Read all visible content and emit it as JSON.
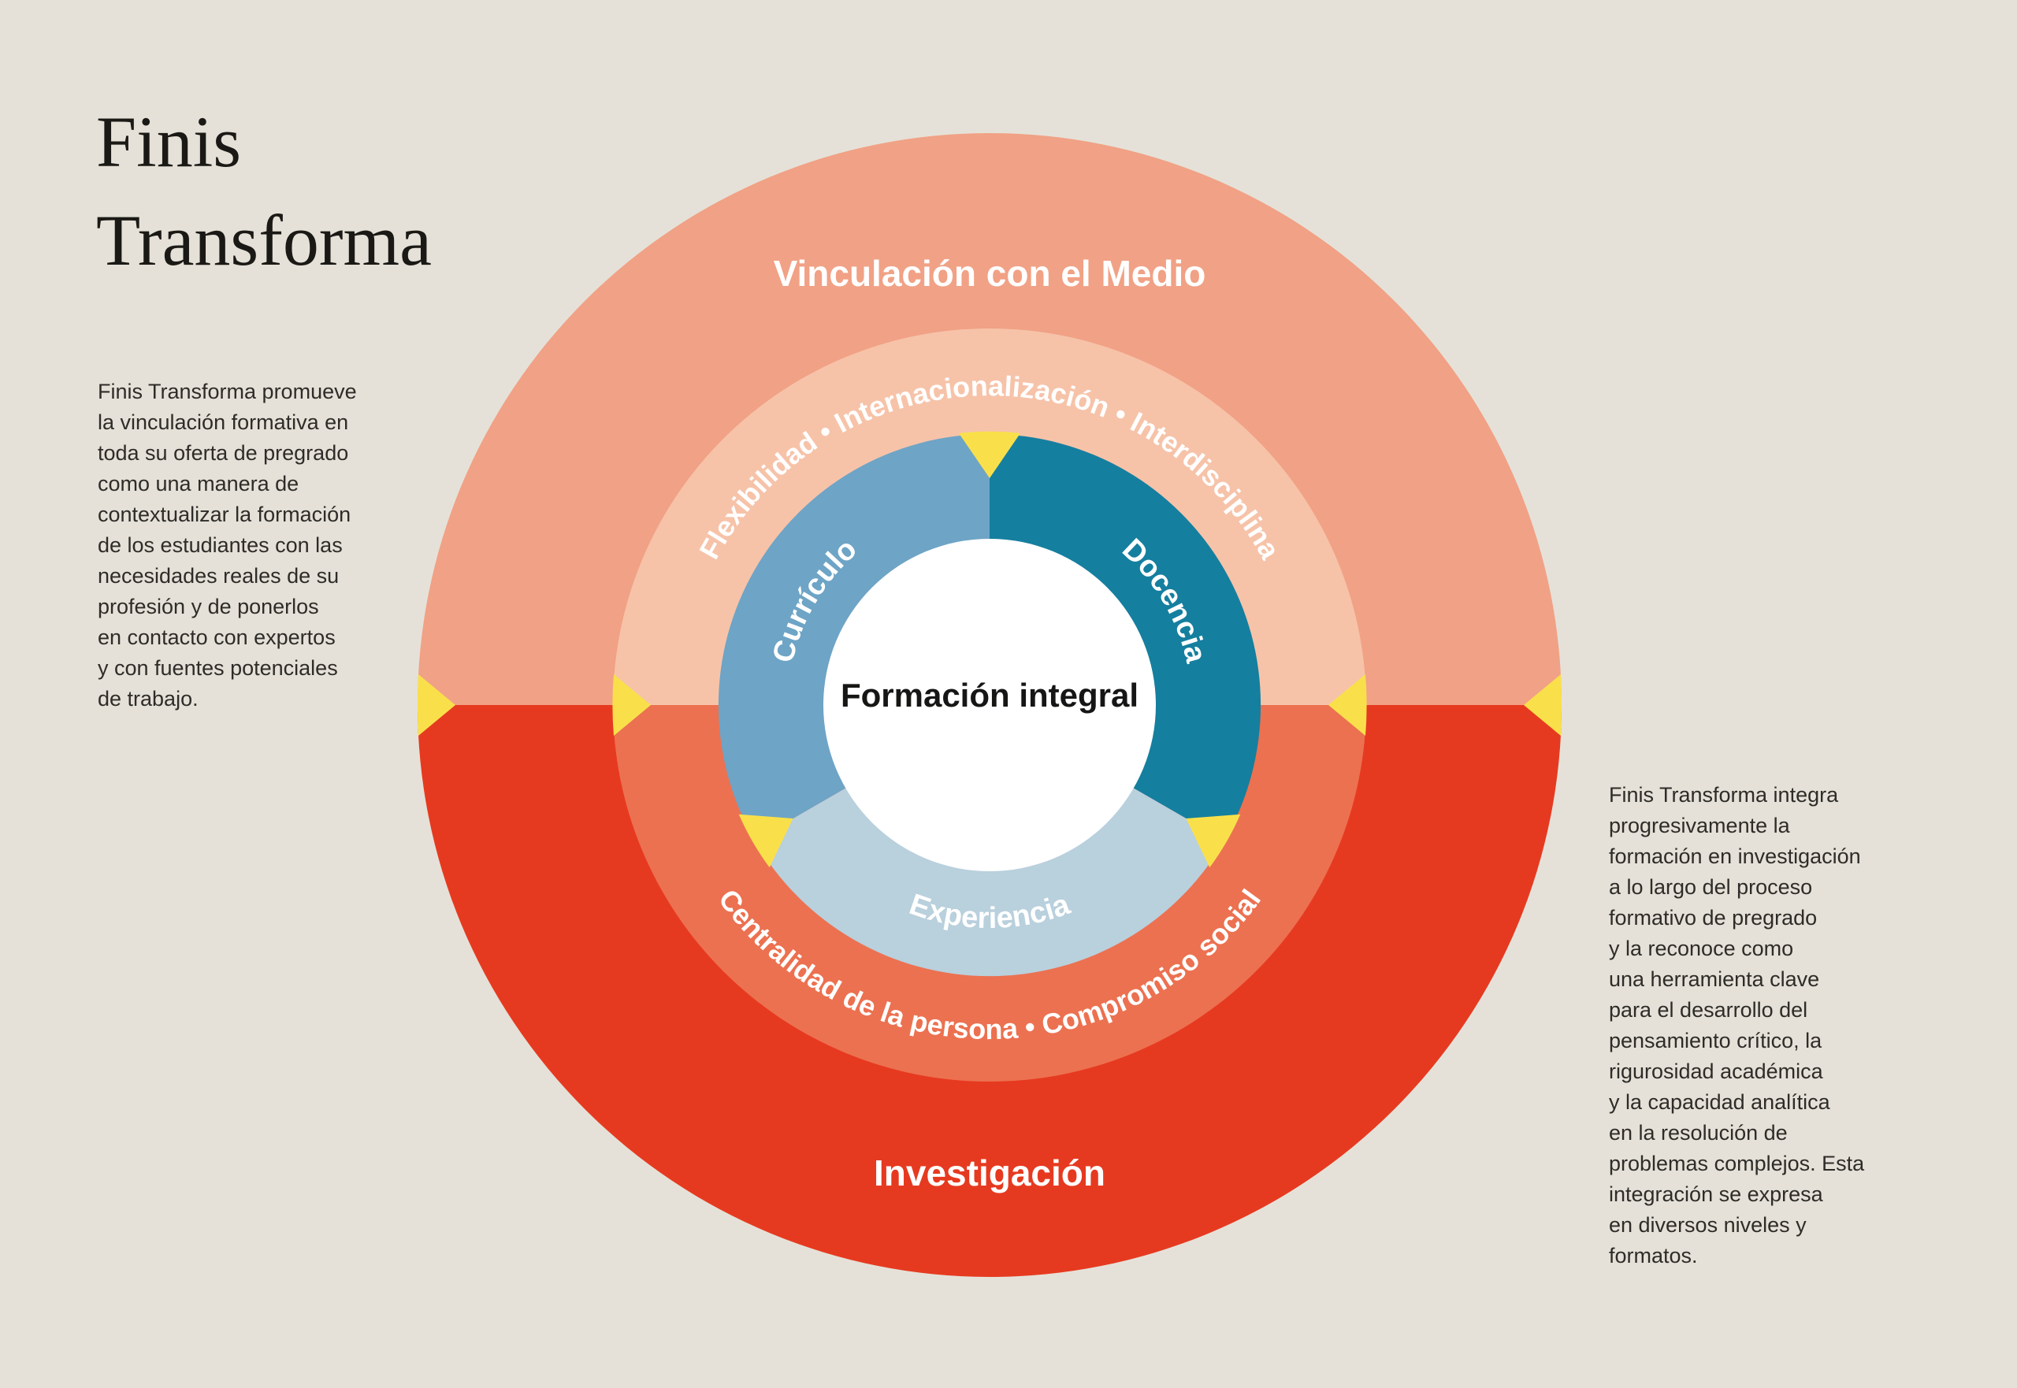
{
  "background_color": "#e5e1d8",
  "title": {
    "text": "Finis\nTransforma",
    "color": "#1b1915"
  },
  "intro_left": "Finis Transforma promueve\nla vinculación formativa en\ntoda su oferta de pregrado\ncomo una manera de\ncontextualizar la formación\nde los estudiantes con las\nnecesidades reales de su\nprofesión y de ponerlos\nen contacto con expertos\ny con fuentes potenciales\nde trabajo.",
  "intro_right": "Finis Transforma integra\nprogresivamente la\nformación en investigación\na lo largo del proceso\nformativo de pregrado\ny la reconoce como\nuna herramienta clave\npara el desarrollo del\npensamiento crítico, la\nrigurosidad académica\ny la capacidad analítica\nen la resolución de\nproblemas complejos. Esta\nintegración se expresa\nen diversos niveles y\nformatos.",
  "diagram": {
    "label_color": "#ffffff",
    "arrow_color": "#f9e04b",
    "center": {
      "label": "Formación integral",
      "bg_color": "#ffffff",
      "text_color": "#161614"
    },
    "outer_ring": {
      "top": {
        "label": "Vinculación con el Medio",
        "color": "#f1a185"
      },
      "bottom": {
        "label": "Investigación",
        "color": "#e63a20"
      }
    },
    "middle_ring": {
      "top": {
        "label": "Flexibilidad • Internacionalización • Interdisciplina",
        "color": "#f6c3a9"
      },
      "bottom": {
        "label": "Centralidad de la persona • Compromiso social",
        "color": "#ec7150"
      }
    },
    "inner_ring": {
      "curriculo": {
        "label": "Currículo",
        "color": "#6ea4c6"
      },
      "docencia": {
        "label": "Docencia",
        "color": "#157f9f"
      },
      "experiencia": {
        "label": "Experiencia",
        "color": "#b9d0dd"
      }
    }
  }
}
